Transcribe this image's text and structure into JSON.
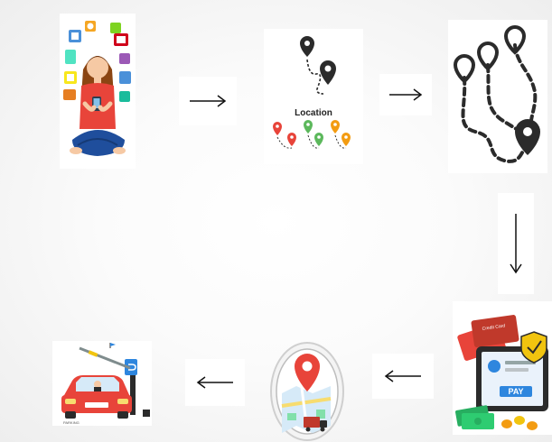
{
  "steps": {
    "user_phone": {
      "icon": "woman-with-smartphone-apps-icon"
    },
    "location_select": {
      "label": "Location",
      "icon": "location-pins-icon"
    },
    "route_map": {
      "icon": "route-path-map-icon"
    },
    "payment": {
      "button_label": "PAY",
      "card_label": "Credit Card",
      "icon": "online-payment-icon"
    },
    "navigation": {
      "icon": "map-navigation-delivery-icon"
    },
    "parking": {
      "sign_label": "PARKING",
      "icon": "car-parking-icon"
    }
  },
  "arrows": [
    {
      "direction": "right",
      "glyph": "→"
    },
    {
      "direction": "right",
      "glyph": "→"
    },
    {
      "direction": "down",
      "glyph": "↓"
    },
    {
      "direction": "left",
      "glyph": "←"
    },
    {
      "direction": "left",
      "glyph": "←"
    }
  ],
  "colors": {
    "accent_red": "#e8443a",
    "accent_orange": "#f39c12",
    "accent_green": "#5cb85c",
    "dark_pin": "#2b2b2b",
    "payment_blue": "#2e86de"
  }
}
